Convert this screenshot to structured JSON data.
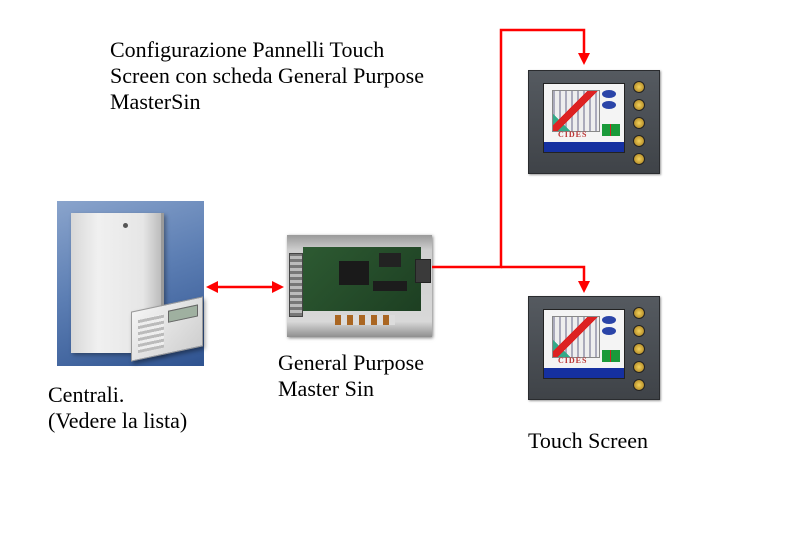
{
  "title_lines": [
    "Configurazione Pannelli Touch",
    "Screen con scheda General Purpose",
    "MasterSin"
  ],
  "centrale": {
    "label_lines": [
      "Centrali.",
      "(Vedere la lista)"
    ]
  },
  "general_purpose": {
    "label_lines": [
      "General Purpose",
      "Master Sin"
    ]
  },
  "touch_screen": {
    "label": "Touch Screen",
    "brand_text": "CIDES"
  },
  "colors": {
    "connector": "#ff0000",
    "background": "#ffffff"
  }
}
